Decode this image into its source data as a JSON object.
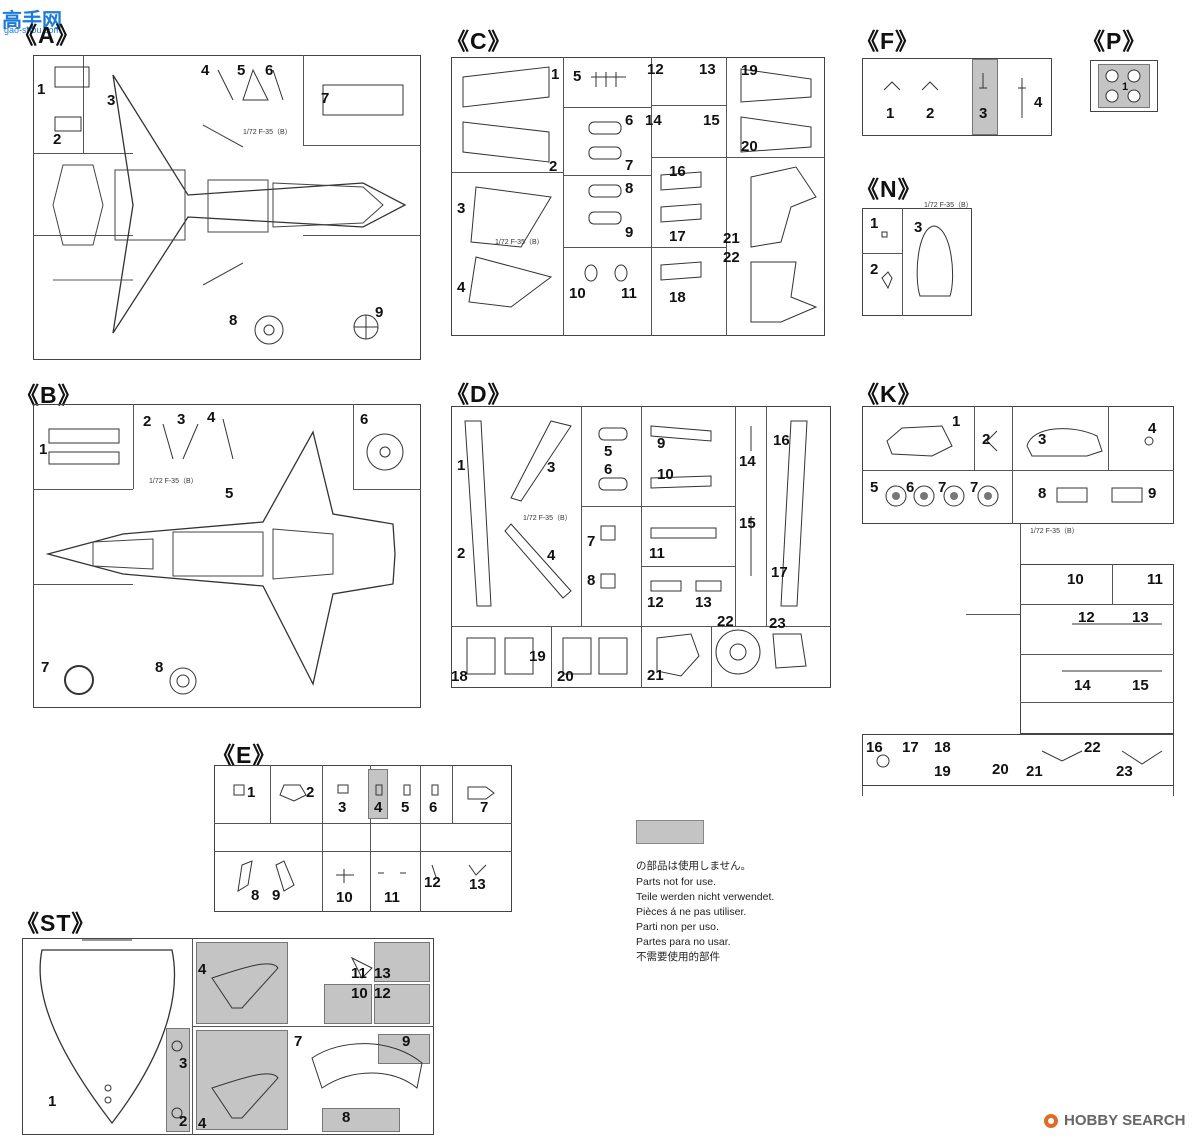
{
  "watermarks": {
    "top_left_logo": "高手网",
    "top_left_url": "gao-shou.com",
    "bottom_right": "HOBBY SEARCH"
  },
  "sprues": {
    "A": {
      "title": "《A》",
      "sprue_code": "1/72 F-35（B）",
      "tag": "A",
      "parts": [
        "1",
        "2",
        "3",
        "4",
        "5",
        "6",
        "7",
        "8",
        "9"
      ]
    },
    "B": {
      "title": "《B》",
      "sprue_code": "1/72 F-35（B）",
      "tag": "B",
      "parts": [
        "1",
        "2",
        "3",
        "4",
        "5",
        "6",
        "7",
        "8"
      ]
    },
    "C": {
      "title": "《C》",
      "sprue_code": "1/72 F-35（B）",
      "tag": "C",
      "parts": [
        "1",
        "2",
        "3",
        "4",
        "5",
        "6",
        "7",
        "8",
        "9",
        "10",
        "11",
        "12",
        "13",
        "14",
        "15",
        "16",
        "17",
        "18",
        "19",
        "20",
        "21",
        "22"
      ]
    },
    "D": {
      "title": "《D》",
      "sprue_code": "1/72 F-35（B）",
      "tag": "D",
      "parts": [
        "1",
        "2",
        "3",
        "4",
        "5",
        "6",
        "7",
        "8",
        "9",
        "10",
        "11",
        "12",
        "13",
        "14",
        "15",
        "16",
        "17",
        "18",
        "19",
        "20",
        "21",
        "22",
        "23"
      ]
    },
    "E": {
      "title": "《E》",
      "parts": [
        "1",
        "2",
        "3",
        "4",
        "5",
        "6",
        "7",
        "8",
        "9",
        "10",
        "11",
        "12",
        "13"
      ],
      "unused": [
        "4"
      ]
    },
    "F": {
      "title": "《F》",
      "parts": [
        "1",
        "2",
        "3",
        "4"
      ],
      "unused": [
        "3"
      ]
    },
    "P": {
      "title": "《P》",
      "parts": [
        "1"
      ]
    },
    "N": {
      "title": "《N》",
      "sprue_code": "1/72 F-35（B）",
      "tag": "N",
      "parts": [
        "1",
        "2",
        "3"
      ]
    },
    "K": {
      "title": "《K》",
      "sprue_code": "1/72 F-35（B）",
      "tag": "K",
      "parts": [
        "1",
        "2",
        "3",
        "4",
        "5",
        "6",
        "7",
        "7",
        "8",
        "9",
        "10",
        "11",
        "12",
        "13",
        "14",
        "15",
        "16",
        "17",
        "18",
        "19",
        "20",
        "21",
        "22",
        "23"
      ]
    },
    "ST": {
      "title": "《ST》",
      "parts": [
        "1",
        "2",
        "3",
        "4",
        "7",
        "8",
        "9",
        "10",
        "11",
        "12",
        "13"
      ],
      "unused": [
        "2",
        "3",
        "4",
        "8",
        "9",
        "10",
        "11",
        "12",
        "13"
      ]
    }
  },
  "legend": {
    "lines": [
      "の部品は使用しません。",
      "Parts not for use.",
      "Teile werden nicht verwendet.",
      "Pièces á ne pas utiliser.",
      "Parti non per uso.",
      "Partes para no usar.",
      "不需要使用的部件"
    ],
    "swatch_color": "#c4c4c4"
  }
}
